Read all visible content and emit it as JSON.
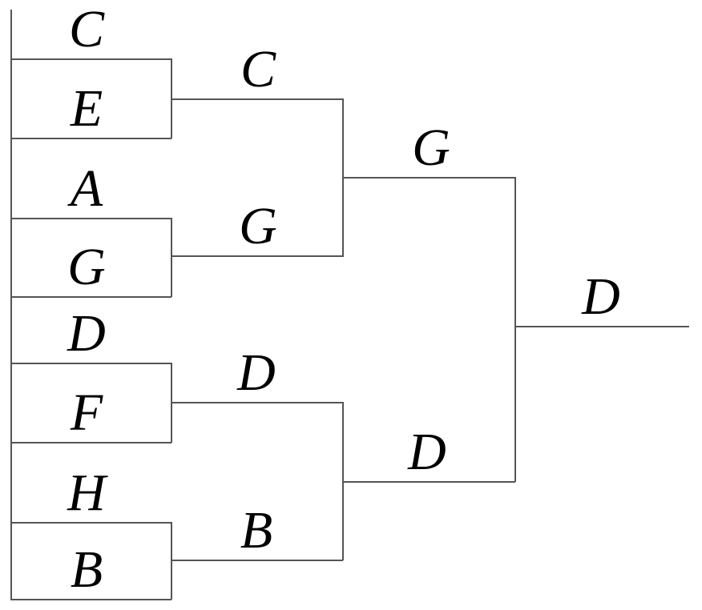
{
  "diagram": {
    "type": "tournament-bracket",
    "bracket": {
      "round1_entrants": [
        "C",
        "E",
        "A",
        "G",
        "D",
        "F",
        "H",
        "B"
      ],
      "round1_matches": [
        {
          "top": "C",
          "bottom": "E",
          "winner": "C"
        },
        {
          "top": "A",
          "bottom": "G",
          "winner": "G"
        },
        {
          "top": "D",
          "bottom": "F",
          "winner": "D"
        },
        {
          "top": "H",
          "bottom": "B",
          "winner": "B"
        }
      ],
      "round2_winners": [
        "C",
        "G",
        "D",
        "B"
      ],
      "semifinal_winners": [
        "G",
        "D"
      ],
      "champion": "D"
    },
    "colors": {
      "line": "#555555",
      "text": "#000000",
      "background": "#ffffff"
    }
  }
}
